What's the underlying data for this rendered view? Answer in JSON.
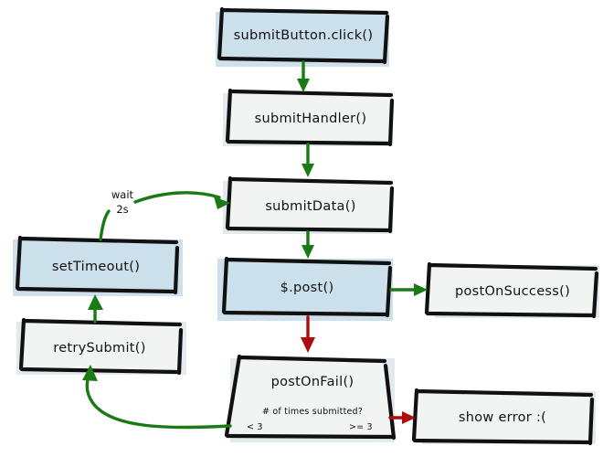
{
  "diagram": {
    "title": "submit retry flowchart",
    "style": "hand-drawn sketch",
    "background_color": "#ffffff",
    "colors": {
      "highlight_fill": "#cce0ec",
      "default_fill": "#f2f3f3",
      "shadow_blue": "#cde0ec",
      "shadow_grey": "#e3eaee",
      "outline": "#111111",
      "success_arrow": "#1a7a16",
      "failure_arrow": "#b00b0b"
    },
    "nodes": [
      {
        "id": "submitButtonClick",
        "label": "submitButton.click()",
        "shape": "rect",
        "fill": "highlight"
      },
      {
        "id": "submitHandler",
        "label": "submitHandler()",
        "shape": "rect",
        "fill": "default"
      },
      {
        "id": "submitData",
        "label": "submitData()",
        "shape": "rect",
        "fill": "default"
      },
      {
        "id": "post",
        "label": "$.post()",
        "shape": "rect",
        "fill": "highlight"
      },
      {
        "id": "postOnSuccess",
        "label": "postOnSuccess()",
        "shape": "rect",
        "fill": "default"
      },
      {
        "id": "postOnFail",
        "label": "postOnFail()",
        "shape": "trapezoid",
        "fill": "default",
        "question": "# of times submitted?",
        "branch_left": "< 3",
        "branch_right": ">= 3"
      },
      {
        "id": "showError",
        "label": "show error :(",
        "shape": "rect",
        "fill": "default"
      },
      {
        "id": "setTimeout",
        "label": "setTimeout()",
        "shape": "rect",
        "fill": "highlight"
      },
      {
        "id": "retrySubmit",
        "label": "retrySubmit()",
        "shape": "rect",
        "fill": "default"
      }
    ],
    "edges": [
      {
        "from": "submitButtonClick",
        "to": "submitHandler",
        "color": "success_arrow",
        "label": ""
      },
      {
        "from": "submitHandler",
        "to": "submitData",
        "color": "success_arrow",
        "label": ""
      },
      {
        "from": "submitData",
        "to": "post",
        "color": "success_arrow",
        "label": ""
      },
      {
        "from": "post",
        "to": "postOnSuccess",
        "color": "success_arrow",
        "label": ""
      },
      {
        "from": "post",
        "to": "postOnFail",
        "color": "failure_arrow",
        "label": ""
      },
      {
        "from": "postOnFail",
        "to": "retrySubmit",
        "color": "success_arrow",
        "label": "< 3"
      },
      {
        "from": "postOnFail",
        "to": "showError",
        "color": "failure_arrow",
        "label": ">= 3"
      },
      {
        "from": "retrySubmit",
        "to": "setTimeout",
        "color": "success_arrow",
        "label": ""
      },
      {
        "from": "setTimeout",
        "to": "submitData",
        "color": "success_arrow",
        "label": "wait 2s"
      }
    ],
    "edge_labels": {
      "wait_line1": "wait",
      "wait_line2": "2s"
    }
  }
}
